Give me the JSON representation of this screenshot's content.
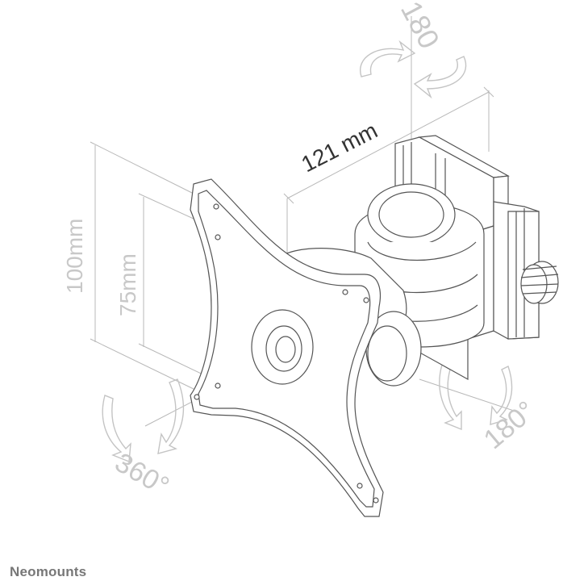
{
  "diagram": {
    "labels": {
      "width_label": "121 mm",
      "height_100_label": "100mm",
      "height_75_label": "75mm",
      "rot_top_label": "180",
      "rot_right_label": "180°",
      "rot_left_label": "360°"
    }
  },
  "brand": {
    "name": "Neomounts"
  },
  "colors": {
    "line_dark": "#555555",
    "line_light": "#b0b0b0",
    "label_dark": "#333333",
    "label_light": "#c8c8c8",
    "brand": "#777777"
  }
}
